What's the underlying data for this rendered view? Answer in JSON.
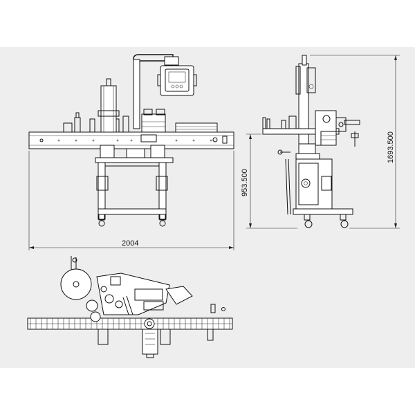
{
  "dimensions": {
    "width_front": "2004",
    "height_table": "953.500",
    "height_total": "1693.500"
  },
  "colors": {
    "background": "#eeeeee",
    "line": "#111111"
  }
}
